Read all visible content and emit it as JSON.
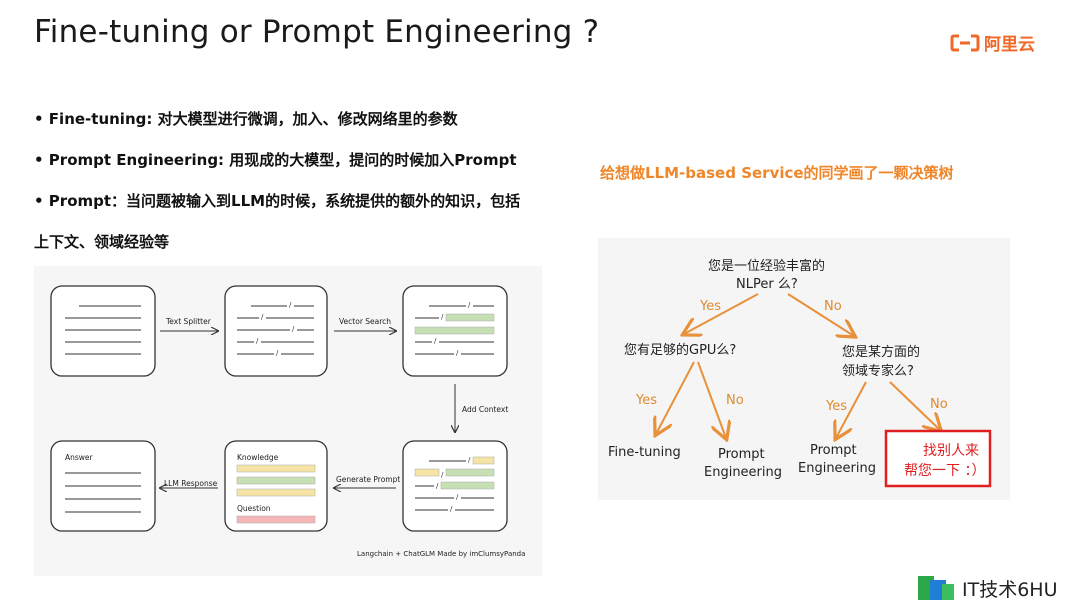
{
  "slide": {
    "title": "Fine-tuning or Prompt Engineering ?",
    "logo_text": "阿里云",
    "bullets": [
      {
        "text": "• Fine-tuning: 对大模型进行微调，加入、修改网络里的参数"
      },
      {
        "text": "• Prompt Engineering: 用现成的大模型，提问的时候加入Prompt"
      },
      {
        "text": "• Prompt：当问题被输入到LLM的时候，系统提供的额外的知识，包括"
      },
      {
        "text": "上下文、领域经验等"
      }
    ],
    "note": "给想做LLM-based Service的同学画了一颗决策树",
    "watermark": "IT技术6HU"
  },
  "flow": {
    "labels": {
      "text_splitter": "Text Splitter",
      "vector_search": "Vector Search",
      "add_context": "Add Context",
      "generate_prompt": "Generate Prompt",
      "llm_response": "LLM Response",
      "answer": "Answer",
      "knowledge": "Knowledge",
      "question": "Question",
      "credit": "Langchain + ChatGLM Made by imClumsyPanda"
    }
  },
  "tree": {
    "root_line1": "您是一位经验丰富的",
    "root_line2": "NLPer 么?",
    "yes": "Yes",
    "no": "No",
    "left_q": "您有足够的GPU么?",
    "right_q_line1": "您是某方面的",
    "right_q_line2": "领域专家么?",
    "leaf_finetuning": "Fine-tuning",
    "leaf_prompt1_line1": "Prompt",
    "leaf_prompt1_line2": "Engineering",
    "leaf_prompt2_line1": "Prompt",
    "leaf_prompt2_line2": "Engineering",
    "leaf_help_line1": "找别人来",
    "leaf_help_line2": "帮您一下 ：）",
    "colors": {
      "arrow": "#e8903a",
      "yesno": "#e08a2c",
      "highlight": "#e02020"
    }
  }
}
